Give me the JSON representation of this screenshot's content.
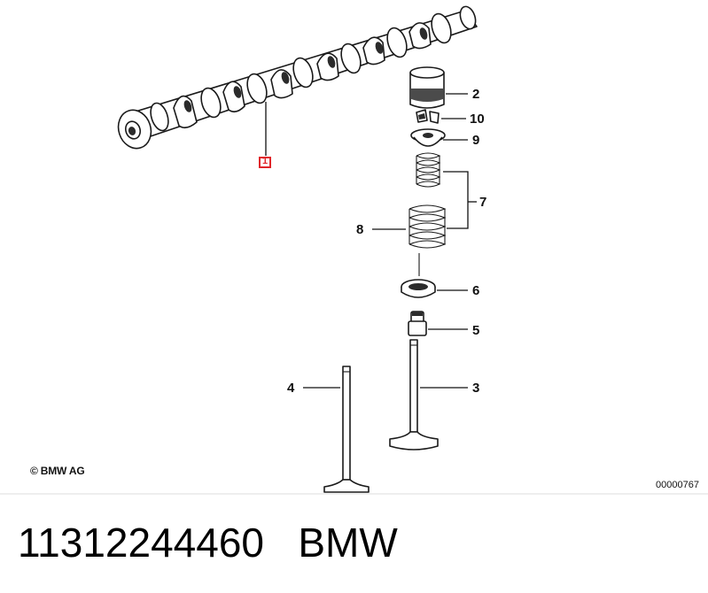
{
  "diagram": {
    "callouts": {
      "c1": "1",
      "c2": "2",
      "c3": "3",
      "c4": "4",
      "c5": "5",
      "c6": "6",
      "c7": "7",
      "c8": "8",
      "c9": "9",
      "c10": "10"
    },
    "highlight_color": "#e0262b",
    "copyright": "© BMW AG",
    "drawing_number": "00000767"
  },
  "footer": {
    "part_number": "11312244460",
    "brand": "BMW"
  }
}
